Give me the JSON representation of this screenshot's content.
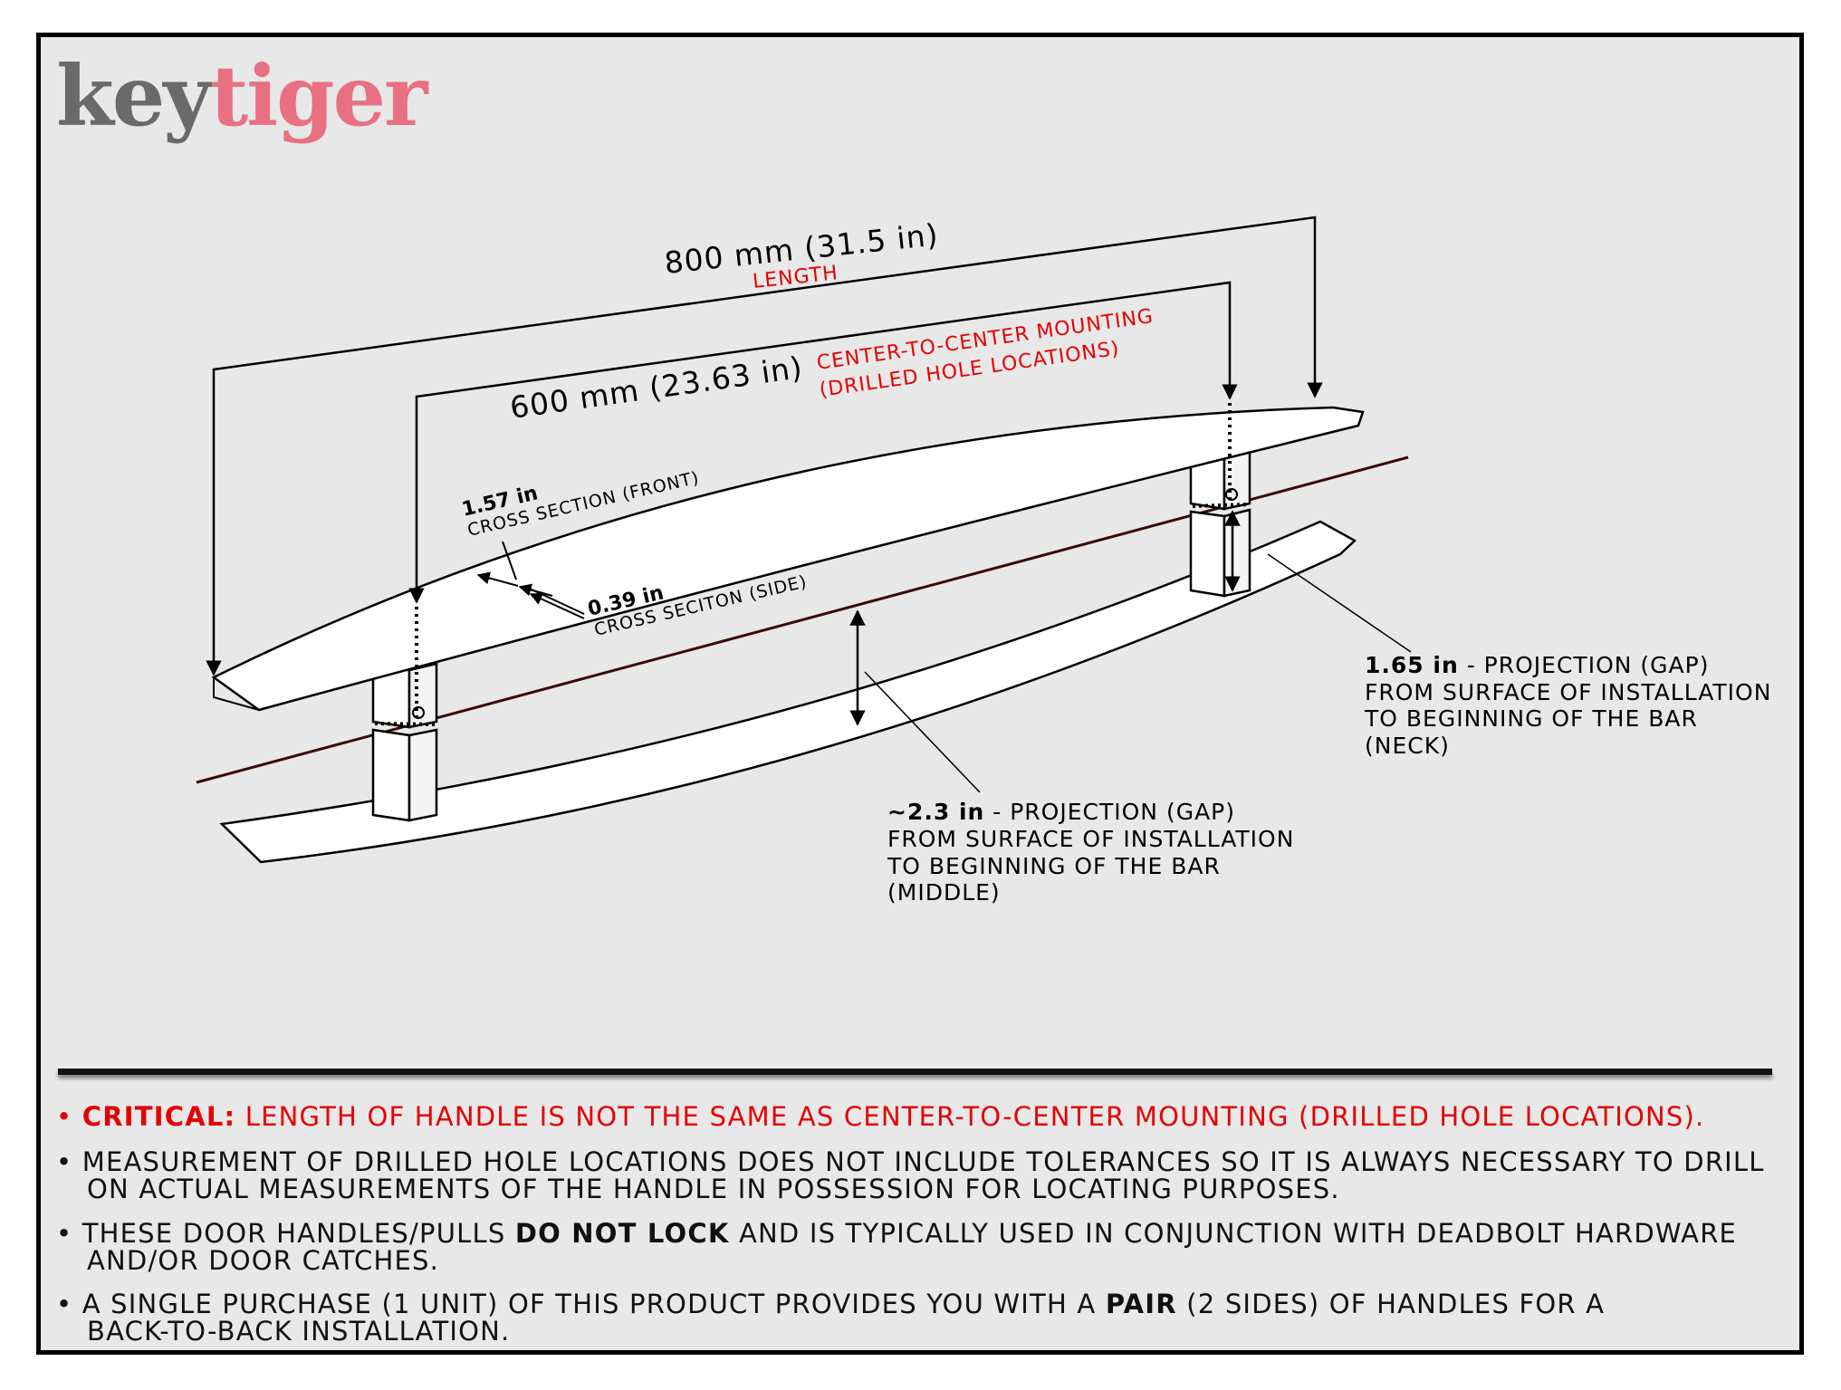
{
  "logo": {
    "part1": "key",
    "part2": "tiger"
  },
  "labels": {
    "length_value": "800 mm (31.5 in)",
    "length_caption": "LENGTH",
    "ctc_value": "600 mm (23.63 in)",
    "ctc_caption_1": "CENTER-TO-CENTER MOUNTING",
    "ctc_caption_2": "(DRILLED HOLE LOCATIONS)",
    "front_value": "1.57 in",
    "front_caption": "CROSS SECTION (FRONT)",
    "side_value": "0.39 in",
    "side_caption": "CROSS SECITON (SIDE)",
    "neck_value": "1.65 in",
    "neck_dash": " - PROJECTION (GAP)",
    "neck_line2": "FROM SURFACE OF INSTALLATION",
    "neck_line3": "TO BEGINNING OF THE BAR",
    "neck_line4": "(NECK)",
    "middle_value": "~2.3 in",
    "middle_dash": " - PROJECTION (GAP)",
    "middle_line2": "FROM SURFACE OF INSTALLATION",
    "middle_line3": "TO BEGINNING OF THE BAR",
    "middle_line4": "(MIDDLE)"
  },
  "notes": {
    "bullet": "•",
    "n1_bold": "CRITICAL:",
    "n1_text": " LENGTH OF HANDLE IS NOT THE SAME AS CENTER-TO-CENTER MOUNTING (DRILLED HOLE LOCATIONS).",
    "n2_line1": " MEASUREMENT OF DRILLED HOLE LOCATIONS DOES NOT INCLUDE TOLERANCES SO IT IS ALWAYS NECESSARY TO DRILL",
    "n2_line2": "ON ACTUAL MEASUREMENTS OF THE HANDLE IN POSSESSION FOR LOCATING PURPOSES.",
    "n3_pre": " THESE DOOR HANDLES/PULLS ",
    "n3_bold": "DO NOT LOCK",
    "n3_post": " AND IS TYPICALLY USED IN CONJUNCTION WITH DEADBOLT HARDWARE",
    "n3_line2": "AND/OR DOOR CATCHES.",
    "n4_pre": " A SINGLE PURCHASE (1 UNIT) OF THIS PRODUCT PROVIDES YOU WITH A ",
    "n4_bold": "PAIR",
    "n4_post": " (2 SIDES) OF HANDLES FOR A",
    "n4_line2": "BACK-TO-BACK INSTALLATION."
  },
  "colors": {
    "accent_red": "#e60000",
    "logo_grey": "#6a6a6a",
    "logo_pink": "#e87080",
    "panel_bg": "#e8e8e8"
  }
}
